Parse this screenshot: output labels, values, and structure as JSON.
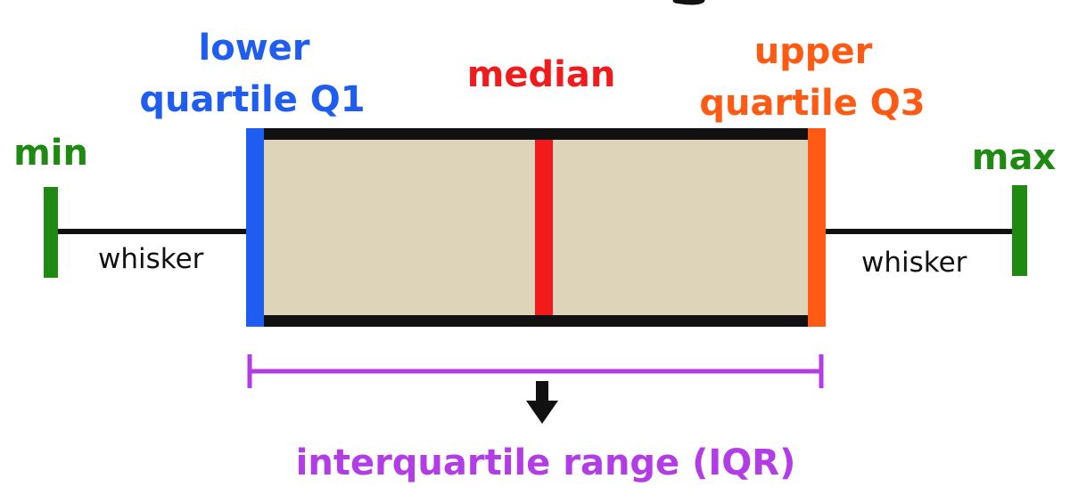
{
  "labels": {
    "lower_line1": "lower",
    "lower_line2": "quartile Q1",
    "median": "median",
    "upper_line1": "upper",
    "upper_line2": "quartile Q3",
    "min": "min",
    "max": "max",
    "whisker_left": "whisker",
    "whisker_right": "whisker",
    "iqr": "interquartile range (IQR)"
  },
  "colors": {
    "lower": "#1f5df0",
    "median": "#f21b1b",
    "upper": "#ff5a14",
    "minmax": "#1f8a12",
    "iqr": "#b23de6",
    "box_fill": "#ddd4ba",
    "outline": "#111111"
  },
  "icons": {
    "top_curve": "curve-fragment-icon",
    "iqr_arrow": "down-arrow-icon"
  }
}
